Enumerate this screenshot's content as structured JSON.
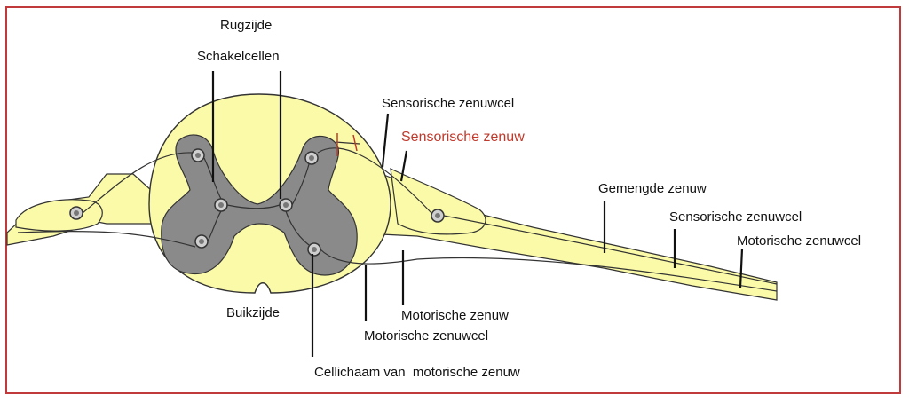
{
  "labels": {
    "rugzijde": "Rugzijde",
    "schakelcellen": "Schakelcellen",
    "sensorische_zenuwcel_top": "Sensorische zenuwcel",
    "sensorische_zenuw": "Sensorische zenuw",
    "gemengde_zenuw": "Gemengde zenuw",
    "sensorische_zenuwcel_right": "Sensorische zenuwcel",
    "motorische_zenuwcel_right": "Motorische zenuwcel",
    "buikzijde": "Buikzijde",
    "motorische_zenuw": "Motorische zenuw",
    "motorische_zenuwcel_bottom": "Motorische zenuwcel",
    "cellichaam": "Cellichaam van  motorische zenuw"
  },
  "colors": {
    "border": "#c0393b",
    "spinal_cord": "#fafaa8",
    "nerve": "#fafaa8",
    "grey_matter": "#8a8a8a",
    "outline": "#333333",
    "highlight_label": "#c0392b"
  }
}
